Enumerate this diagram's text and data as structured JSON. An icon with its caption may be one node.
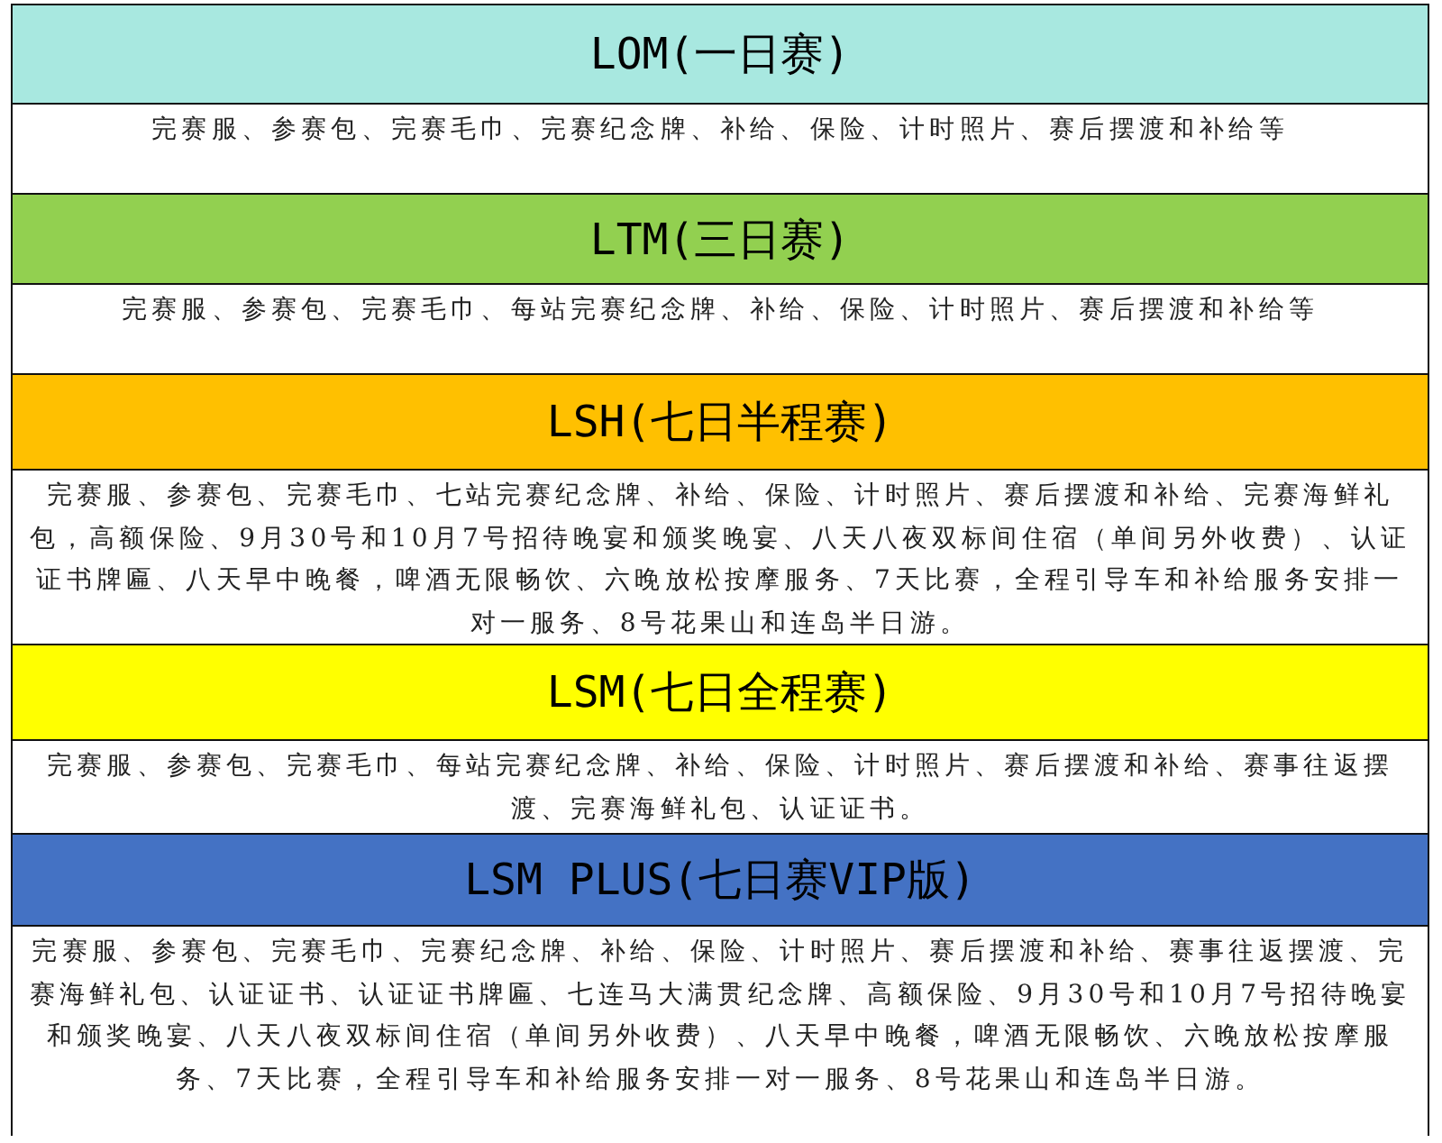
{
  "diagram": {
    "nodes": [
      {
        "text": [
          "LOM(一日赛)"
        ]
      },
      {
        "text": [
          "完赛服、参赛包、完赛毛巾、完赛纪念牌、补给、保险、计时照片、赛后摆渡和补给等"
        ]
      },
      {
        "text": [
          "LTM(三日赛)"
        ]
      },
      {
        "text": [
          "完赛服、参赛包、完赛毛巾、每站完赛纪念牌、补给、保险、计时照片、赛后摆渡和补给等"
        ]
      },
      {
        "text": [
          "LSH(七日半程赛)"
        ]
      },
      {
        "text": [
          "完赛服、参赛包、完赛毛巾、七站完赛纪念牌、补给、保险、计时照片、赛后摆渡和补给、完赛海鲜礼包，高额保险、9月30号和10月7号招待晚宴和颁奖晚宴、八天八夜双标间住宿（单间另外收费）、认证证书牌匾、八天早中晚餐，啤酒无限畅饮、六晚放松按摩服务、7天比赛，全程引导车和补给服务安排一对一服务、8号花果山和连岛半日游。"
        ]
      },
      {
        "text": [
          "LSM(七日全程赛)"
        ]
      },
      {
        "text": [
          "完赛服、参赛包、完赛毛巾、每站完赛纪念牌、补给、保险、计时照片、赛后摆渡和补给、赛事往返摆渡、完赛海鲜礼包、认证证书。"
        ]
      },
      {
        "text": [
          "LSM PLUS(七日赛VIP版)"
        ]
      },
      {
        "text": [
          "完赛服、参赛包、完赛毛巾、完赛纪念牌、补给、保险、计时照片、赛后摆渡和补给、赛事往返摆渡、完赛海鲜礼包、认证证书、认证证书牌匾、七连马大满贯纪念牌、高额保险、9月30号和10月7号招待晚宴和颁奖晚宴、八天八夜双标间住宿（单间另外收费）、八天早中晚餐，啤酒无限畅饮、六晚放松按摩服务、7天比赛，全程引导车和补给服务安排一对一服务、8号花果山和连岛半日游。"
        ]
      }
    ]
  }
}
